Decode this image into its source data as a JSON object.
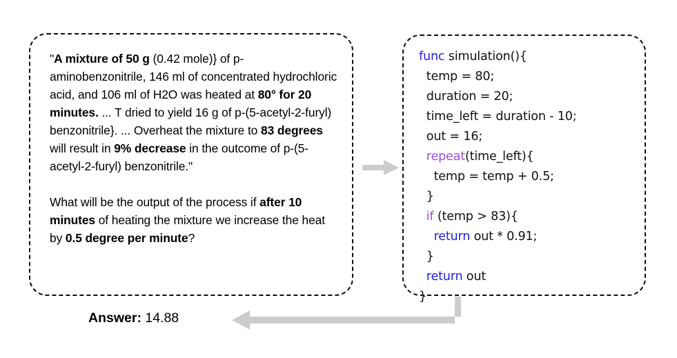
{
  "diagram": {
    "type": "flow",
    "background_color": "#ffffff",
    "box_border_color": "#0d0d0d",
    "arrow_color": "#cccccc"
  },
  "problem_box": {
    "name": "problem-statement",
    "paragraph_1": {
      "segments": [
        {
          "text": "\"",
          "bold": false
        },
        {
          "text": "A mixture of 50 g",
          "bold": true
        },
        {
          "text": " (0.42 mole)} of p-aminobenzonitrile, 146 ml of concentrated hydrochloric acid, and 106 ml of H2O was heated at ",
          "bold": false
        },
        {
          "text": "80° for 20 minutes.",
          "bold": true
        },
        {
          "text": " ... T dried to yield 16 g of p-(5-acetyl-2-furyl) benzonitrile}. ... Overheat the mixture to ",
          "bold": false
        },
        {
          "text": "83 degrees",
          "bold": true
        },
        {
          "text": " will result in ",
          "bold": false
        },
        {
          "text": "9% decrease",
          "bold": true
        },
        {
          "text": " in the outcome of p-(5-acetyl-2-furyl) benzonitrile.\"",
          "bold": false
        }
      ]
    },
    "paragraph_2": {
      "segments": [
        {
          "text": "What will be the output of the process if ",
          "bold": false
        },
        {
          "text": "after 10 minutes",
          "bold": true
        },
        {
          "text": " of heating the mixture we increase the heat by ",
          "bold": false
        },
        {
          "text": "0.5 degree per minute",
          "bold": true
        },
        {
          "text": "?",
          "bold": false
        }
      ]
    }
  },
  "code_box": {
    "name": "simulation-code",
    "language": "pseudocode",
    "keyword_blue_color": "#2222e8",
    "keyword_purple_color": "#9b4fd8",
    "lines": [
      {
        "tokens": [
          {
            "t": "func",
            "c": "blue"
          },
          {
            "t": " simulation(){",
            "c": "plain"
          }
        ]
      },
      {
        "tokens": [
          {
            "t": "  temp = 80;",
            "c": "plain"
          }
        ]
      },
      {
        "tokens": [
          {
            "t": "  duration = 20;",
            "c": "plain"
          }
        ]
      },
      {
        "tokens": [
          {
            "t": "  time_left = duration - 10;",
            "c": "plain"
          }
        ]
      },
      {
        "tokens": [
          {
            "t": "  out = 16;",
            "c": "plain"
          }
        ]
      },
      {
        "tokens": [
          {
            "t": "  ",
            "c": "plain"
          },
          {
            "t": "repeat",
            "c": "purple"
          },
          {
            "t": "(time_left){",
            "c": "plain"
          }
        ]
      },
      {
        "tokens": [
          {
            "t": "    temp = temp + 0.5;",
            "c": "plain"
          }
        ]
      },
      {
        "tokens": [
          {
            "t": "  }",
            "c": "plain"
          }
        ]
      },
      {
        "tokens": [
          {
            "t": "  ",
            "c": "plain"
          },
          {
            "t": "if",
            "c": "purple"
          },
          {
            "t": " (temp > 83){",
            "c": "plain"
          }
        ]
      },
      {
        "tokens": [
          {
            "t": "    ",
            "c": "plain"
          },
          {
            "t": "return",
            "c": "blue"
          },
          {
            "t": " out * 0.91;",
            "c": "plain"
          }
        ]
      },
      {
        "tokens": [
          {
            "t": "  }",
            "c": "plain"
          }
        ]
      },
      {
        "tokens": [
          {
            "t": "  ",
            "c": "plain"
          },
          {
            "t": "return",
            "c": "blue"
          },
          {
            "t": " out",
            "c": "plain"
          }
        ]
      },
      {
        "tokens": [
          {
            "t": "}",
            "c": "plain"
          }
        ]
      }
    ]
  },
  "answer": {
    "label": "Answer:",
    "value": " 14.88"
  },
  "arrows": [
    {
      "name": "problem-to-code-arrow",
      "direction": "right",
      "shape": "straight"
    },
    {
      "name": "code-to-answer-arrow",
      "direction": "left",
      "shape": "elbow"
    }
  ]
}
